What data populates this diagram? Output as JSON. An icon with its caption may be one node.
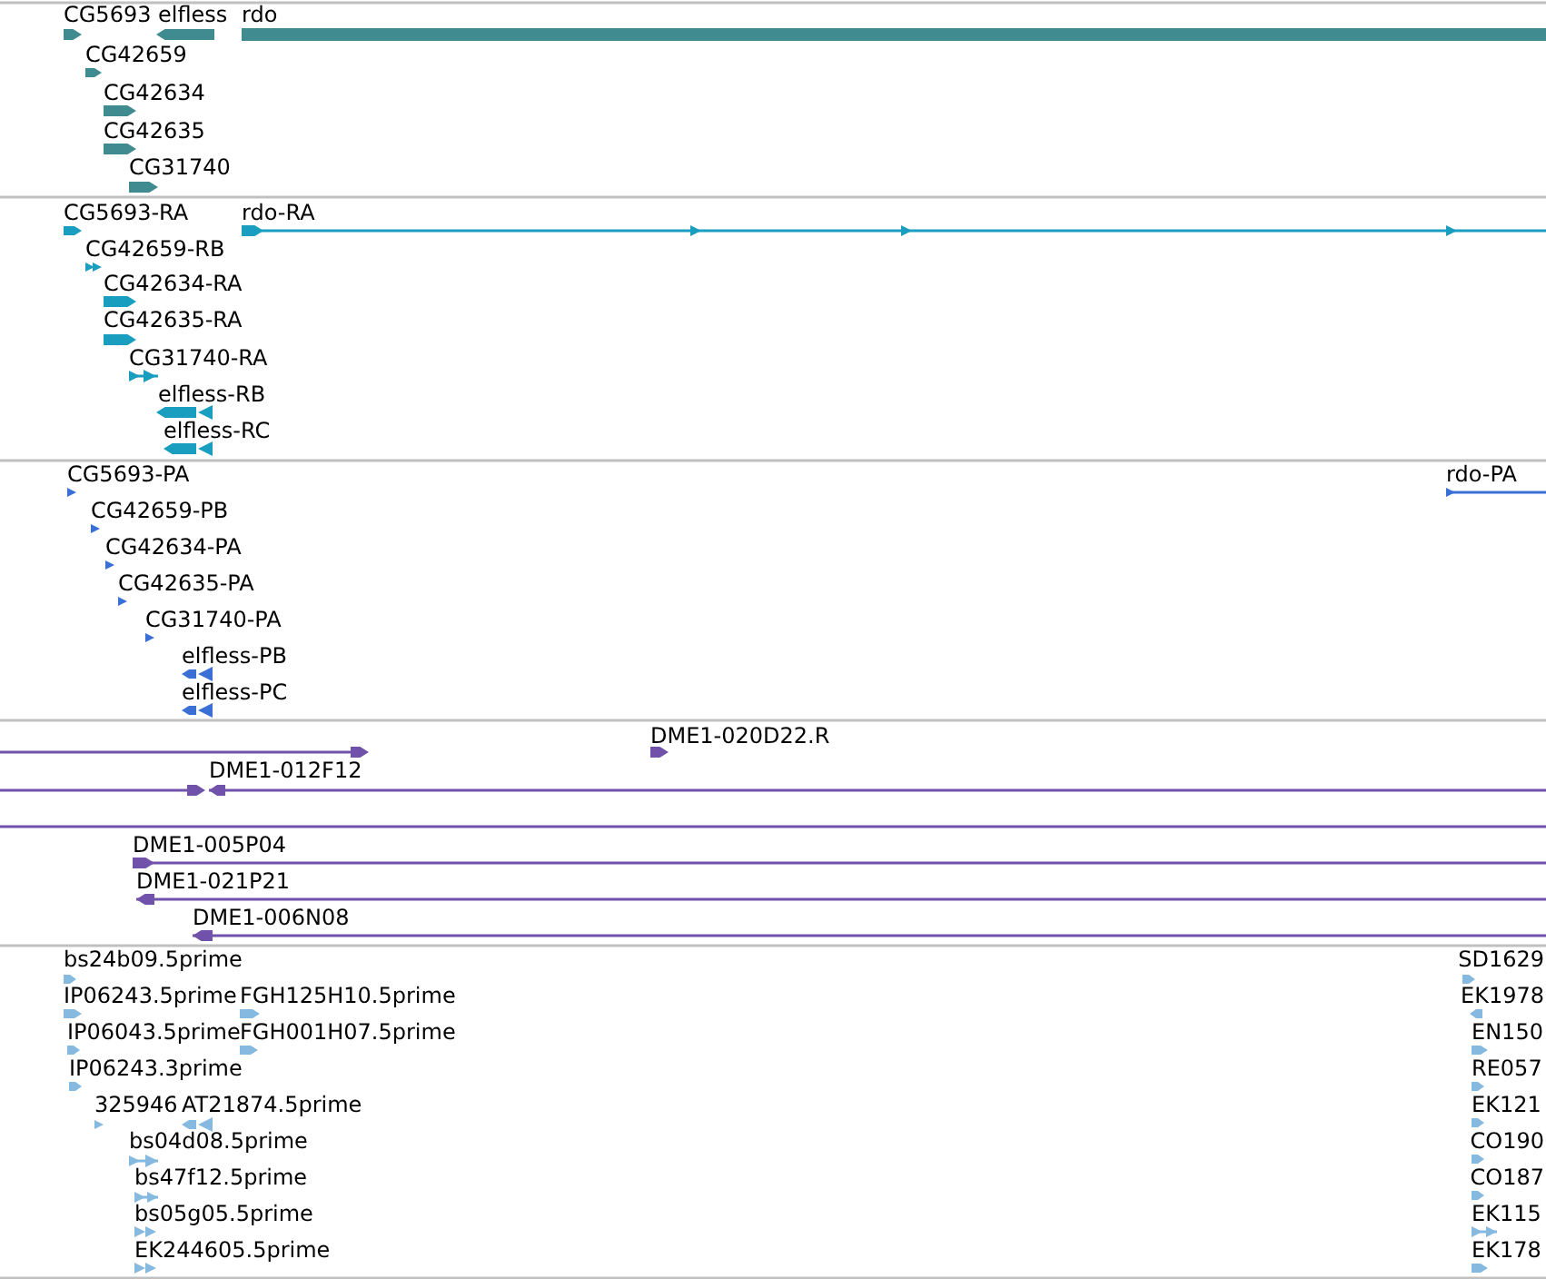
{
  "diagram": {
    "labels": [
      "CG5693",
      "elfless",
      "rdo",
      "CG42659",
      "CG42634",
      "CG42635",
      "CG31740",
      "CG5693-RA",
      "rdo-RA",
      "CG42659-RB",
      "CG42634-RA",
      "CG42635-RA",
      "CG31740-RA",
      "elfless-RB",
      "elfless-RC",
      "CG5693-PA",
      "rdo-PA",
      "CG42659-PB",
      "CG42634-PA",
      "CG42635-PA",
      "CG31740-PA",
      "elfless-PB",
      "elfless-PC",
      "DME1-020D22.R",
      "DME1-012F12",
      "DME1-005P04",
      "DME1-021P21",
      "DME1-006N08",
      "bs24b09.5prime",
      "SD1629",
      "IP06243.5prime",
      "FGH125H10.5prime",
      "EK1978",
      "IP06043.5prime",
      "FGH001H07.5prime",
      "EN150",
      "IP06243.3prime",
      "RE057",
      "325946",
      "AT21874.5prime",
      "EK121",
      "bs04d08.5prime",
      "CO190",
      "bs47f12.5prime",
      "CO187",
      "bs05g05.5prime",
      "EK115",
      "EK244605.5prime",
      "EK178"
    ]
  }
}
